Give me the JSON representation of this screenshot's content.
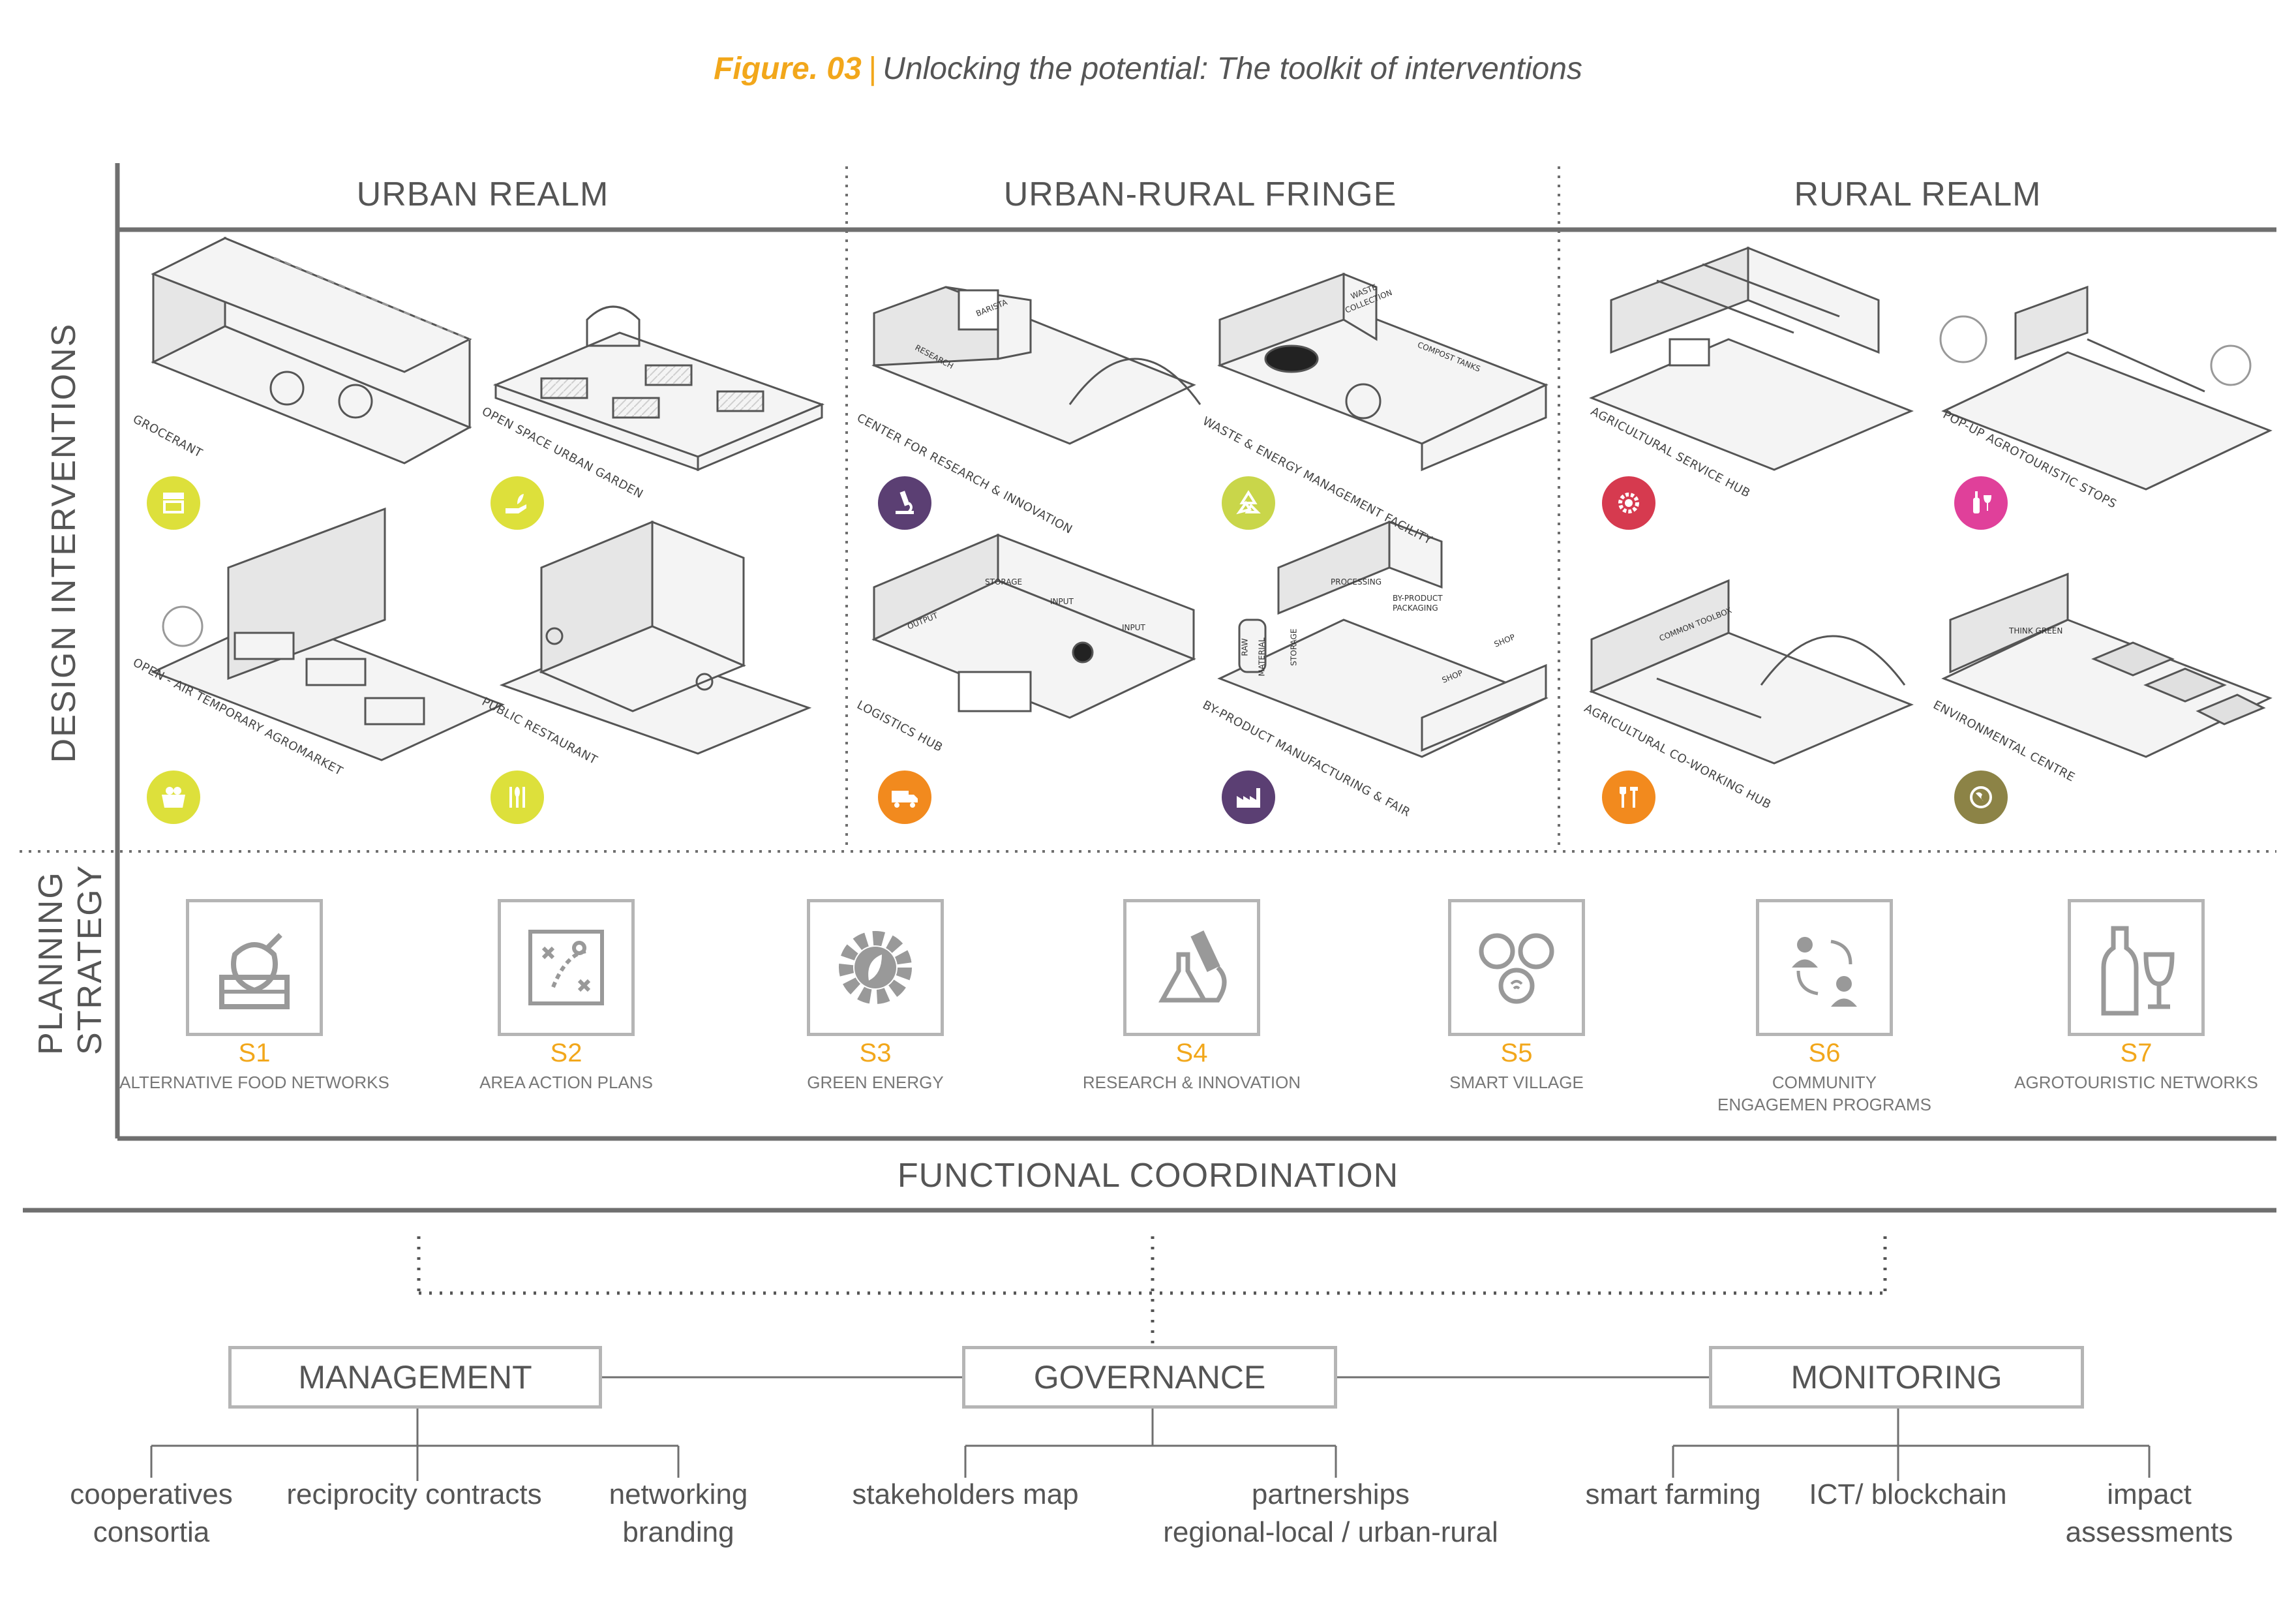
{
  "figure": {
    "number": "Figure. 03",
    "separator": "|",
    "caption": "Unlocking the potential: The toolkit of interventions"
  },
  "zones": {
    "urban": "URBAN REALM",
    "fringe": "URBAN-RURAL FRINGE",
    "rural": "RURAL REALM"
  },
  "rows": {
    "design": "DESIGN INTERVENTIONS",
    "planning_1": "PLANNING",
    "planning_2": "STRATEGY"
  },
  "interventions": [
    {
      "label": "GROCERANT",
      "icon": "market-stall-icon",
      "color": "#dde03b"
    },
    {
      "label": "OPEN SPACE URBAN GARDEN",
      "icon": "hand-plant-icon",
      "color": "#dde03b"
    },
    {
      "label": "OPEN - AIR TEMPORARY AGROMARKET",
      "icon": "basket-icon",
      "color": "#dde03b"
    },
    {
      "label": "PUBLIC RESTAURANT",
      "icon": "cutlery-icon",
      "color": "#dde03b"
    },
    {
      "label": "CENTER FOR RESEARCH & INNOVATION",
      "icon": "microscope-icon",
      "color": "#5b3f73"
    },
    {
      "label": "WASTE & ENERGY MANAGEMENT FACILITY",
      "icon": "recycle-icon",
      "color": "#c9d64a"
    },
    {
      "label": "LOGISTICS HUB",
      "icon": "truck-icon",
      "color": "#f28a1e"
    },
    {
      "label": "BY-PRODUCT MANUFACTURING & FAIR",
      "icon": "factory-icon",
      "color": "#5b3f73"
    },
    {
      "label": "AGRICULTURAL SERVICE HUB",
      "icon": "gear-icon",
      "color": "#d63a4f"
    },
    {
      "label": "POP-UP AGROTOURISTIC STOPS",
      "icon": "wine-icon",
      "color": "#e0409a"
    },
    {
      "label": "AGRICULTURAL CO-WORKING HUB",
      "icon": "tools-icon",
      "color": "#f28a1e"
    },
    {
      "label": "ENVIRONMENTAL CENTRE",
      "icon": "globe-icon",
      "color": "#8c8346"
    }
  ],
  "models_text": {
    "b1": "BARISTA",
    "b2": "RESEARCH",
    "b3": "WASTE",
    "b4": "COLLECTION",
    "b5": "COMPOST TANKS",
    "b6": "STORAGE",
    "b7": "INPUT",
    "b8": "INPUT",
    "b9": "OUTPUT",
    "b10": "PROCESSING",
    "b11": "BY-PRODUCT",
    "b12": "PACKAGING",
    "b13": "STORAGE",
    "b14": "RAW",
    "b15": "MATERIAL",
    "b16": "SHOP",
    "b17": "SHOP",
    "b18": "COMMON TOOLBOX",
    "b19": "THINK GREEN"
  },
  "strategies": [
    {
      "code": "S1",
      "name": "ALTERNATIVE FOOD NETWORKS",
      "name2": "",
      "icon": "food-crate-icon"
    },
    {
      "code": "S2",
      "name": "AREA ACTION PLANS",
      "name2": "",
      "icon": "strategy-map-icon"
    },
    {
      "code": "S3",
      "name": "GREEN ENERGY",
      "name2": "",
      "icon": "eco-gear-icon"
    },
    {
      "code": "S4",
      "name": "RESEARCH & INNOVATION",
      "name2": "",
      "icon": "lab-microscope-icon"
    },
    {
      "code": "S5",
      "name": "SMART VILLAGE",
      "name2": "",
      "icon": "smart-network-icon"
    },
    {
      "code": "S6",
      "name": "COMMUNITY",
      "name2": "ENGAGEMEN PROGRAMS",
      "icon": "community-exchange-icon"
    },
    {
      "code": "S7",
      "name": "AGROTOURISTIC NETWORKS",
      "name2": "",
      "icon": "wine-bottle-icon"
    }
  ],
  "coordination": {
    "title": "FUNCTIONAL COORDINATION",
    "management": {
      "label": "MANAGEMENT",
      "leaves": [
        {
          "l1": "cooperatives",
          "l2": "consortia"
        },
        {
          "l1": "reciprocity contracts",
          "l2": ""
        },
        {
          "l1": "networking",
          "l2": "branding"
        }
      ]
    },
    "governance": {
      "label": "GOVERNANCE",
      "leaves": [
        {
          "l1": "stakeholders map",
          "l2": ""
        },
        {
          "l1": "partnerships",
          "l2": "regional-local / urban-rural"
        }
      ]
    },
    "monitoring": {
      "label": "MONITORING",
      "leaves": [
        {
          "l1": "smart farming",
          "l2": ""
        },
        {
          "l1": "ICT/ blockchain",
          "l2": ""
        },
        {
          "l1": "impact",
          "l2": "assessments"
        }
      ]
    }
  },
  "colors": {
    "accent": "#f2a71b",
    "line": "#6f6f6f",
    "box": "#b5b5b5"
  }
}
